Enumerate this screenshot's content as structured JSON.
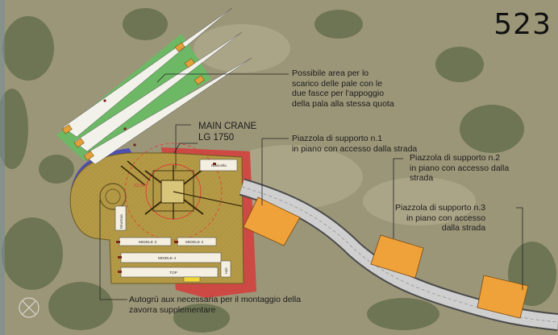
{
  "drawing_number": "523",
  "crane": {
    "line1": "MAIN CRANE",
    "line2": "LG 1750",
    "radius_label": "23,00"
  },
  "annotations": {
    "blade_area": [
      "Possibile area per lo",
      "scarico delle pale con le",
      "due fasce per l'appoggio",
      "della pala alla stessa quota"
    ],
    "pad1": [
      "Piazzola di supporto n.1",
      "in piano con accesso dalla strada"
    ],
    "pad2": [
      "Piazzola di supporto n.2",
      "in piano con accesso dalla",
      "strada"
    ],
    "pad3": [
      "Piazzola di supporto n.3",
      "in piano con accesso",
      "dalla strada"
    ],
    "aux_cranes": [
      "Autogrù aux necessaria per il montaggio della",
      "zavorra supplementare"
    ]
  },
  "components": {
    "nacelle": "Navicella",
    "middle3": "MIDDLE 3",
    "middle2": "MIDDLE 2",
    "middle4": "MIDDLE 4",
    "top": "TOP",
    "drivetrain": "Drivetrain",
    "hub": "Hub"
  },
  "colors": {
    "terrain": "#9a9577",
    "crane_pad": "#b49a45",
    "red_zone": "#d2403e",
    "blue_zone": "#4f4fb2",
    "support_pad": "#f0a23a",
    "blade_zone": "#60c060",
    "road": "#c9c9c9"
  }
}
